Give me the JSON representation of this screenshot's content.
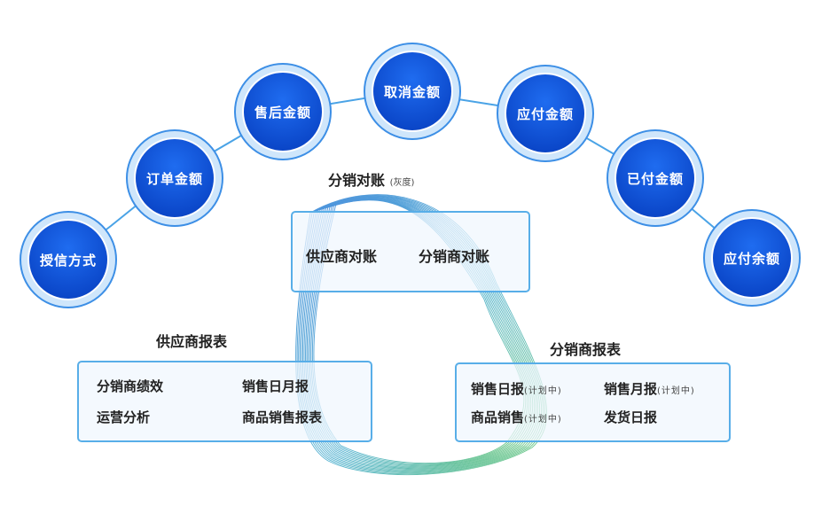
{
  "arc_nodes": [
    {
      "label": "授信方式"
    },
    {
      "label": "订单金额"
    },
    {
      "label": "售后金额"
    },
    {
      "label": "取消金额"
    },
    {
      "label": "应付金额"
    },
    {
      "label": "已付金额"
    },
    {
      "label": "应付余额"
    }
  ],
  "reconciliation": {
    "title": "分销对账",
    "title_note": "(灰度)",
    "items": [
      "供应商对账",
      "分销商对账"
    ]
  },
  "supplier_reports": {
    "title": "供应商报表",
    "items": [
      "分销商绩效",
      "销售日月报",
      "运营分析",
      "商品销售报表"
    ]
  },
  "distributor_reports": {
    "title": "分销商报表",
    "items": [
      {
        "label": "销售日报",
        "note": "(计划中)"
      },
      {
        "label": "销售月报",
        "note": "(计划中)"
      },
      {
        "label": "商品销售",
        "note": "(计划中)"
      },
      {
        "label": "发货日报",
        "note": ""
      }
    ]
  },
  "colors": {
    "node_fill": "#0b47c9",
    "node_ring": "#cfe6fb",
    "panel_border": "#58aee8",
    "ribbon_blue": "#2f7fd8",
    "ribbon_green": "#5cc46a"
  }
}
